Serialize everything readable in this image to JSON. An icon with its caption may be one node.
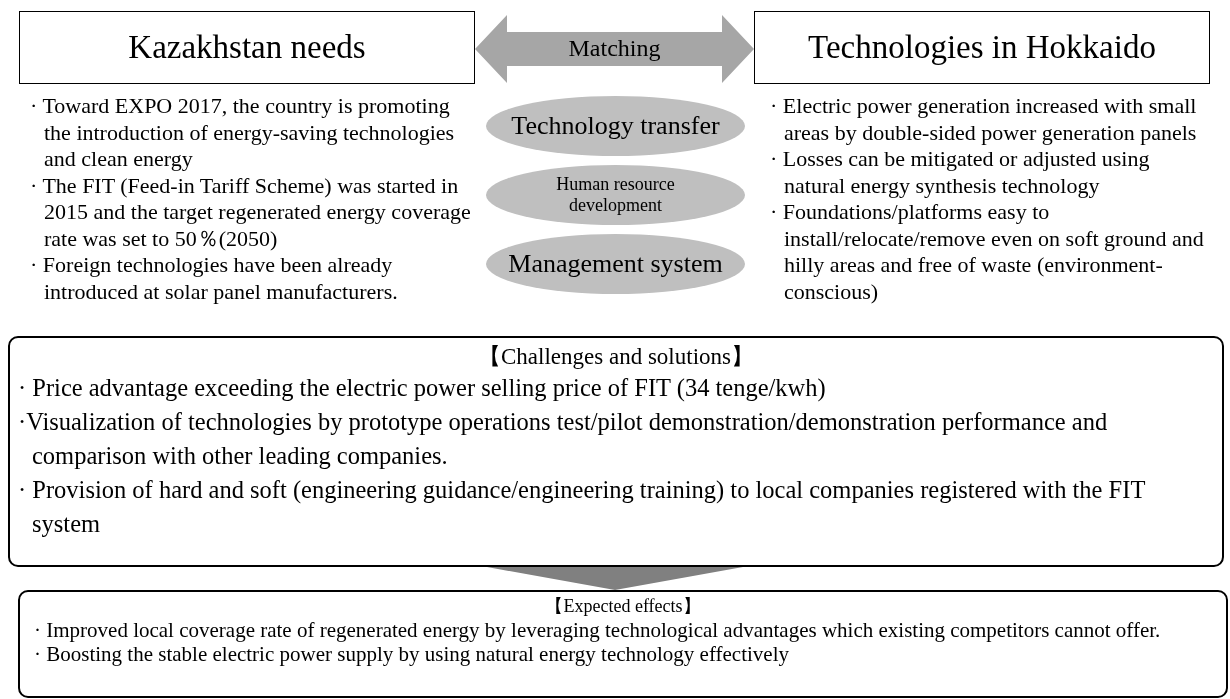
{
  "diagram": {
    "nodes": [
      {
        "text": [
          "Kazakhstan needs"
        ],
        "beside": [
          "· Toward EXPO 2017, the country is promoting the introduction of energy-saving technologies and clean energy",
          "·  The FIT (Feed-in Tariff Scheme) was started in 2015 and the target regenerated energy coverage rate was set to 50％(2050)",
          "·  Foreign technologies have been already introduced at solar panel manufacturers."
        ]
      },
      {
        "text": [
          "Technologies in Hokkaido"
        ],
        "beside": [
          "·  Electric power generation increased with small areas by double-sided power generation panels",
          "·  Losses can be mitigated or adjusted using natural energy synthesis technology",
          "·  Foundations/platforms easy to install/relocate/remove even on soft ground and hilly areas and free of waste (environment-conscious)"
        ]
      },
      {
        "text": [
          "Technology transfer"
        ]
      },
      {
        "text": [
          "Human resource development"
        ]
      },
      {
        "text": [
          "Management system"
        ]
      },
      {
        "text": [
          "【Challenges and solutions】",
          "·  Price advantage exceeding the electric power selling price of FIT (34 tenge/kwh)",
          "·Visualization of technologies by prototype operations test/pilot demonstration/demonstration performance and comparison with other leading companies.",
          "·  Provision of hard and soft (engineering guidance/engineering training) to local companies registered with the FIT system"
        ]
      },
      {
        "text": [
          "【Expected effects】",
          "·  Improved local coverage rate of regenerated energy by leveraging technological advantages which existing competitors cannot offer.",
          "·  Boosting the stable electric power supply by using natural energy technology effectively"
        ]
      }
    ],
    "edges": [
      {
        "from": 0,
        "to": 1,
        "arrow": "both",
        "label": "Matching"
      },
      {
        "from": 5,
        "to": 6,
        "arrow": "to"
      }
    ]
  }
}
